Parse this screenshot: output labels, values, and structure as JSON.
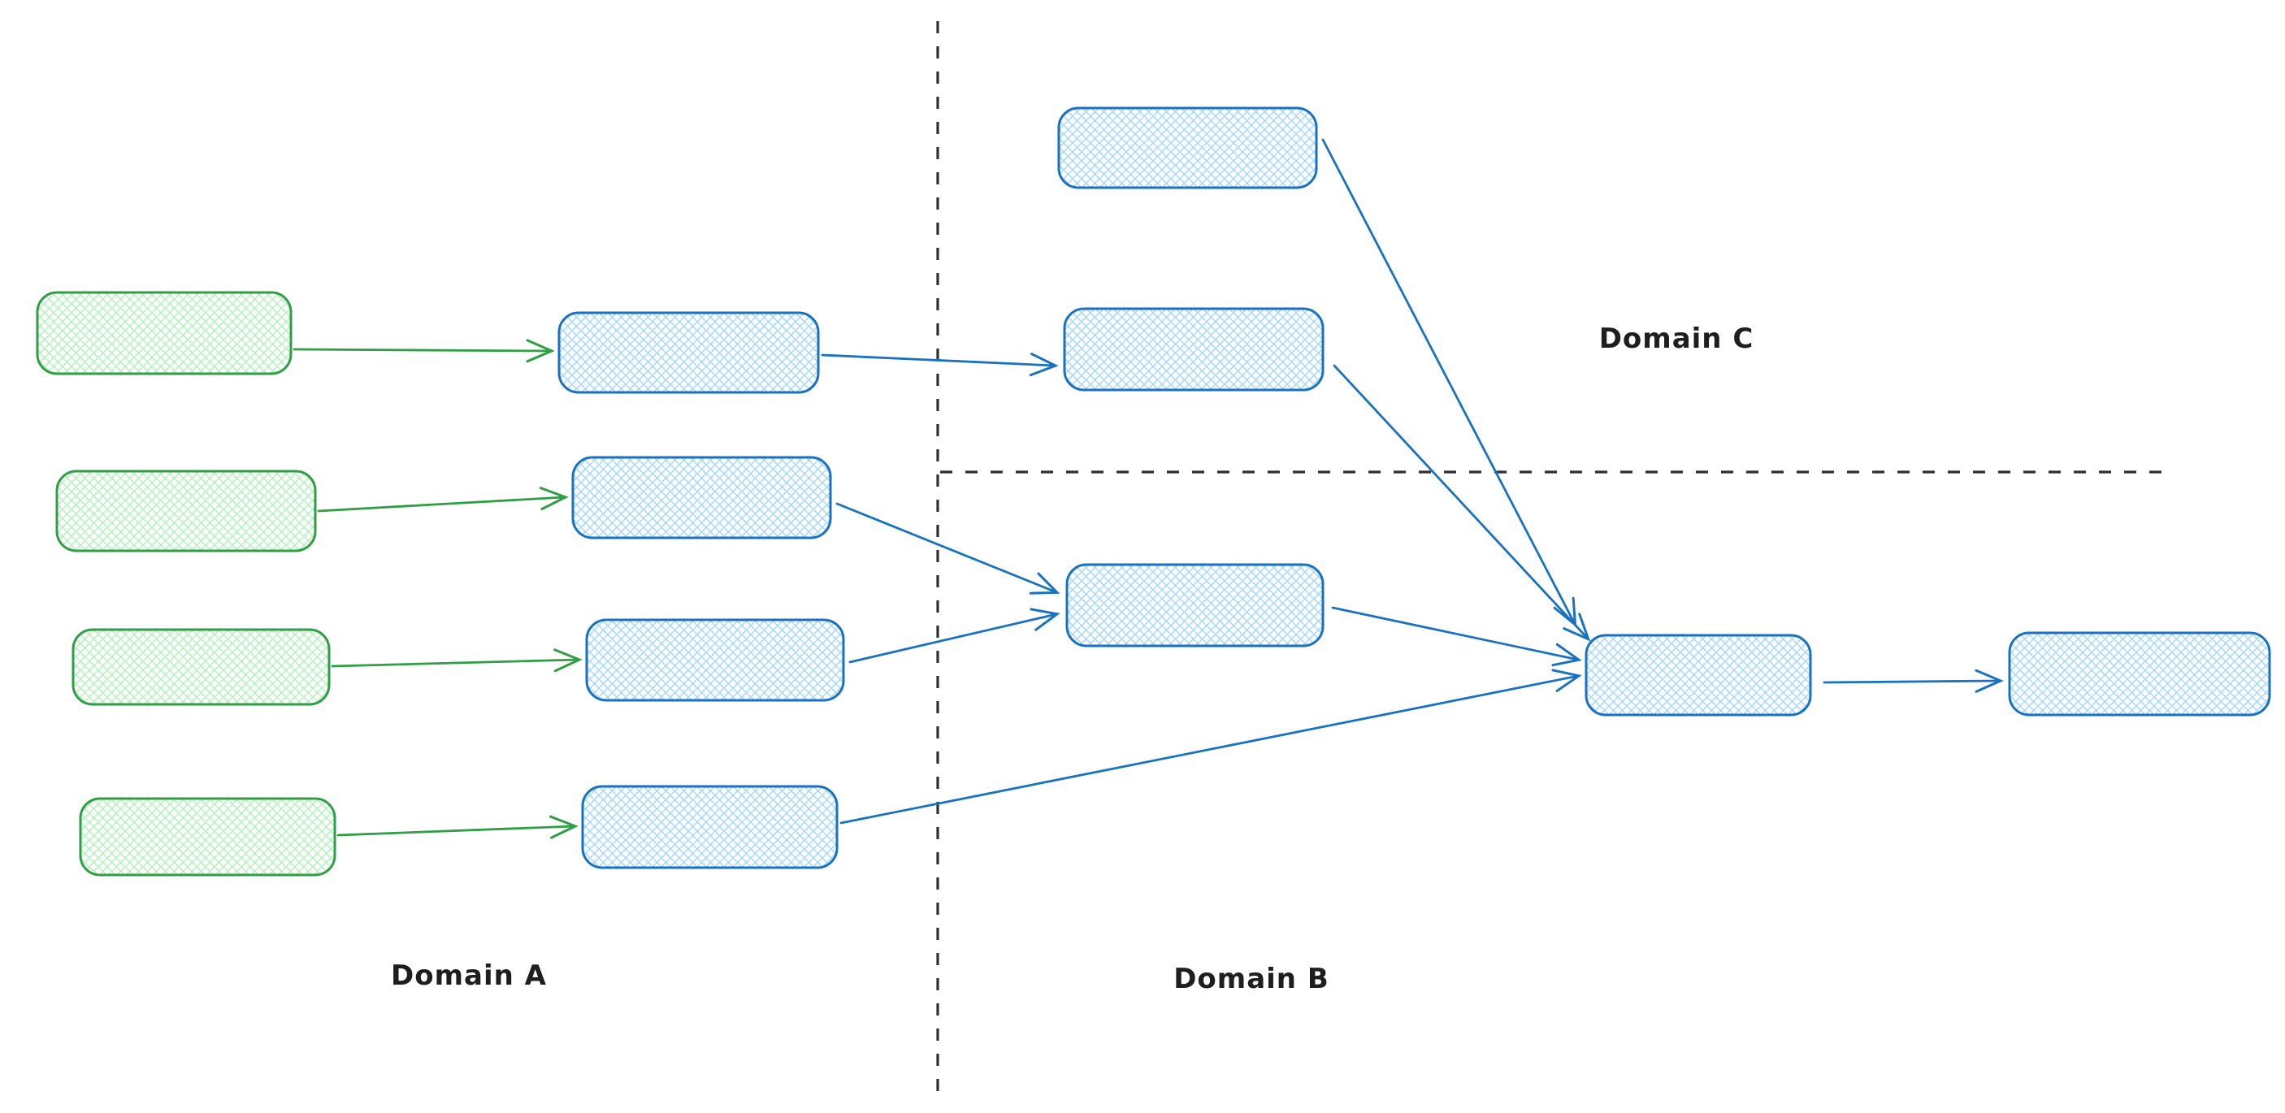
{
  "labels": {
    "domain_a": "Domain A",
    "domain_b": "Domain B",
    "domain_c": "Domain C"
  },
  "colors": {
    "background": "#ffffff",
    "green_stroke": "#2f9e44",
    "green_fill": "#b2f2bb",
    "blue_stroke": "#1971c2",
    "blue_fill": "#a5d8ff",
    "divider": "#2f2f2f",
    "label_text": "#1e1e1e"
  },
  "diagram": {
    "type": "flow-diagram",
    "style": "hand-drawn sketch, rounded rectangles with cross-hatch fill, no text inside nodes",
    "nodes": [
      {
        "id": "a-src-1",
        "domain": "A",
        "style": "green",
        "fill_style": "cross-hatch",
        "label": ""
      },
      {
        "id": "a-src-2",
        "domain": "A",
        "style": "green",
        "fill_style": "cross-hatch",
        "label": ""
      },
      {
        "id": "a-src-3",
        "domain": "A",
        "style": "green",
        "fill_style": "cross-hatch",
        "label": ""
      },
      {
        "id": "a-src-4",
        "domain": "A",
        "style": "green",
        "fill_style": "cross-hatch",
        "label": ""
      },
      {
        "id": "a-mid-1",
        "domain": "A",
        "style": "blue",
        "fill_style": "cross-hatch",
        "label": ""
      },
      {
        "id": "a-mid-2",
        "domain": "A",
        "style": "blue",
        "fill_style": "cross-hatch",
        "label": ""
      },
      {
        "id": "a-mid-3",
        "domain": "A",
        "style": "blue",
        "fill_style": "cross-hatch",
        "label": ""
      },
      {
        "id": "a-mid-4",
        "domain": "A",
        "style": "blue",
        "fill_style": "cross-hatch",
        "label": ""
      },
      {
        "id": "c-box-1",
        "domain": "C",
        "style": "blue",
        "fill_style": "cross-hatch",
        "label": ""
      },
      {
        "id": "c-box-2",
        "domain": "C",
        "style": "blue",
        "fill_style": "cross-hatch",
        "label": ""
      },
      {
        "id": "b-box-1",
        "domain": "B",
        "style": "blue",
        "fill_style": "cross-hatch",
        "label": ""
      },
      {
        "id": "b-merge",
        "domain": "B",
        "style": "blue",
        "fill_style": "cross-hatch",
        "label": ""
      },
      {
        "id": "b-out",
        "domain": "B",
        "style": "blue",
        "fill_style": "cross-hatch",
        "label": ""
      }
    ],
    "edges": [
      {
        "from": "a-src-1",
        "to": "a-mid-1",
        "color": "green"
      },
      {
        "from": "a-src-2",
        "to": "a-mid-2",
        "color": "green"
      },
      {
        "from": "a-src-3",
        "to": "a-mid-3",
        "color": "green"
      },
      {
        "from": "a-src-4",
        "to": "a-mid-4",
        "color": "green"
      },
      {
        "from": "a-mid-1",
        "to": "c-box-2",
        "color": "blue"
      },
      {
        "from": "a-mid-2",
        "to": "b-box-1",
        "color": "blue"
      },
      {
        "from": "a-mid-3",
        "to": "b-box-1",
        "color": "blue"
      },
      {
        "from": "a-mid-4",
        "to": "b-merge",
        "color": "blue"
      },
      {
        "from": "c-box-1",
        "to": "b-merge",
        "color": "blue"
      },
      {
        "from": "c-box-2",
        "to": "b-merge",
        "color": "blue"
      },
      {
        "from": "b-box-1",
        "to": "b-merge",
        "color": "blue"
      },
      {
        "from": "b-merge",
        "to": "b-out",
        "color": "blue"
      }
    ],
    "dividers": [
      {
        "id": "divider-vertical",
        "style": "dashed",
        "separates": "Domain A | Domains B and C"
      },
      {
        "id": "divider-horizontal",
        "style": "dashed",
        "separates": "Domain C | Domain B"
      }
    ]
  }
}
